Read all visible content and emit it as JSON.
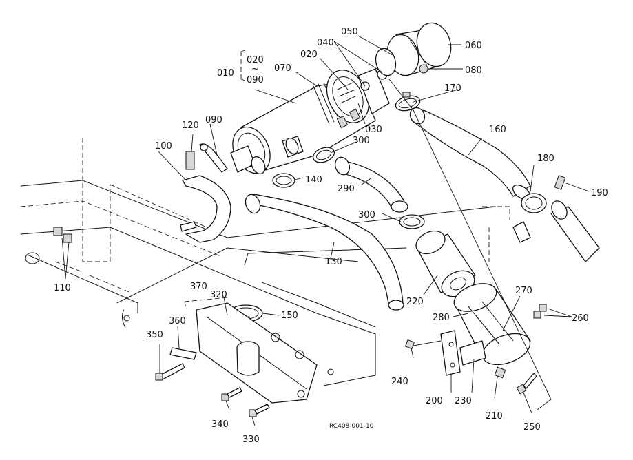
{
  "labels": {
    "p010": "010",
    "p020a": "020",
    "p020b": "020",
    "tilde": "~",
    "p090a": "090",
    "p070": "070",
    "p040": "040",
    "p050": "050",
    "p060": "060",
    "p080": "080",
    "p170": "170",
    "p030": "030",
    "p120": "120",
    "p090b": "090",
    "p100": "100",
    "p300a": "300",
    "p140": "140",
    "p290": "290",
    "p160": "160",
    "p180": "180",
    "p190": "190",
    "p300b": "300",
    "p130": "130",
    "p110": "110",
    "p220": "220",
    "p270": "270",
    "p280": "280",
    "p260": "260",
    "p370": "370",
    "p320": "320",
    "p150": "150",
    "p360": "360",
    "p350": "350",
    "p240": "240",
    "p200": "200",
    "p230": "230",
    "p210": "210",
    "p250": "250",
    "p340": "340",
    "p330": "330"
  },
  "reference_code": "RC408-001-10"
}
